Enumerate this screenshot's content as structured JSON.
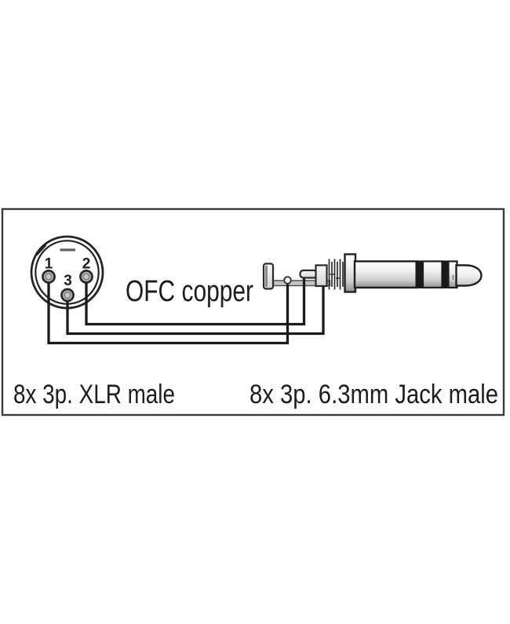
{
  "diagram": {
    "center_label": "OFC copper",
    "xlr": {
      "label": "8x 3p. XLR male",
      "pins": [
        "1",
        "2",
        "3"
      ]
    },
    "jack": {
      "label": "8x 3p. 6.3mm Jack male"
    },
    "connections": [
      {
        "from": "xlr-pin-1",
        "to": "jack-sleeve"
      },
      {
        "from": "xlr-pin-2",
        "to": "jack-tip"
      },
      {
        "from": "xlr-pin-3",
        "to": "jack-ring"
      }
    ],
    "colors": {
      "background": "#ffffff",
      "border": "#3a3a3a",
      "outline": "#242424",
      "wire": "#1b1b1b",
      "metal_light": "#f5f5f5",
      "metal_dark": "#8f8f8f",
      "insulator": "#191919"
    }
  }
}
